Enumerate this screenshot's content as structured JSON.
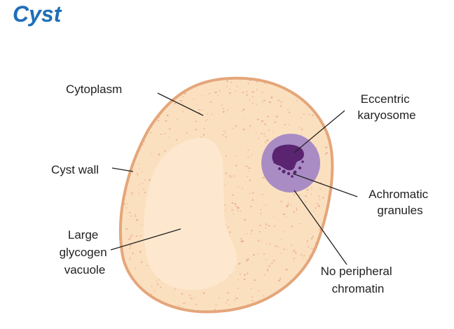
{
  "title": "Cyst",
  "labels": {
    "cytoplasm": "Cytoplasm",
    "cyst_wall": "Cyst wall",
    "vacuole": [
      "Large",
      "glycogen",
      "vacuole"
    ],
    "karyosome": [
      "Eccentric",
      "karyosome"
    ],
    "granules": [
      "Achromatic",
      "granules"
    ],
    "chromatin": [
      "No peripheral",
      "chromatin"
    ]
  },
  "colors": {
    "title": "#1f6fb8",
    "cell_fill": "#fbe0c0",
    "cell_wall": "#e4a67a",
    "vacuole_fill": "#fde8cf",
    "speckle": "#e8a786",
    "nucleus": "#a98cc4",
    "karyosome": "#5a2470",
    "leader": "#222222"
  }
}
